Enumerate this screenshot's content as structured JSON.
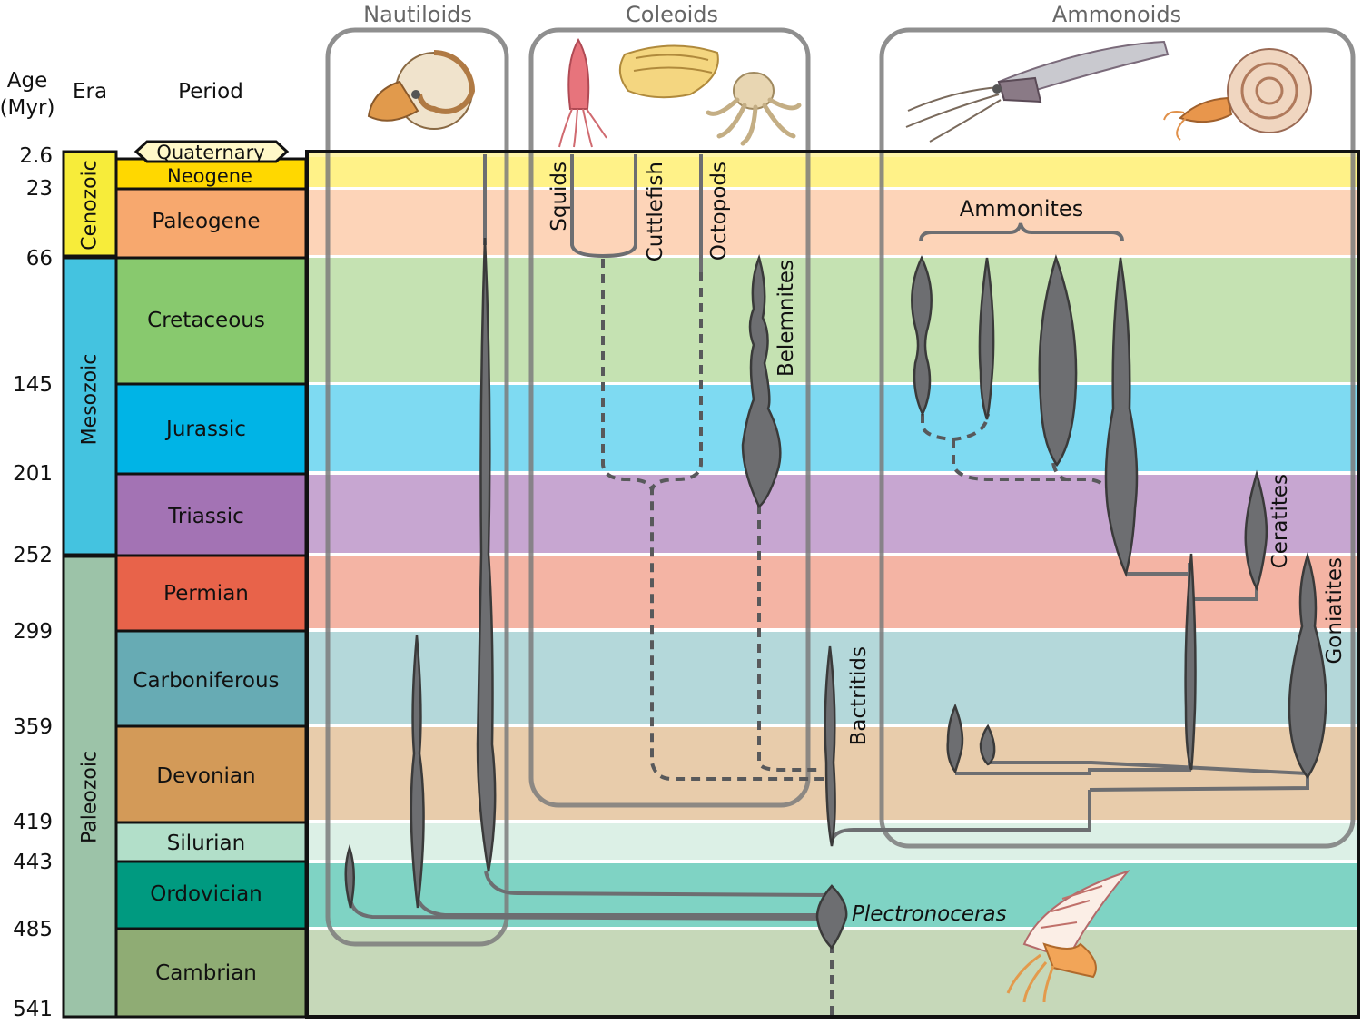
{
  "header": {
    "age_line1": "Age",
    "age_line2": "(Myr)",
    "era": "Era",
    "period": "Period"
  },
  "ages": [
    "2.6",
    "23",
    "66",
    "145",
    "201",
    "252",
    "299",
    "359",
    "419",
    "443",
    "485",
    "541"
  ],
  "eras": [
    {
      "name": "Cenozoic",
      "color": "#f7ec3a"
    },
    {
      "name": "Mesozoic",
      "color": "#44c3e0"
    },
    {
      "name": "Paleozoic",
      "color": "#9cc3a8"
    }
  ],
  "periods": [
    {
      "name": "Quaternary",
      "color": "#fff8c8",
      "band": "#fff4a8"
    },
    {
      "name": "Neogene",
      "color": "#ffd800",
      "band": "#fff288"
    },
    {
      "name": "Paleogene",
      "color": "#f7a86e",
      "band": "#fdd4b8"
    },
    {
      "name": "Cretaceous",
      "color": "#88c96e",
      "band": "#c5e2b2"
    },
    {
      "name": "Jurassic",
      "color": "#00b4e6",
      "band": "#7edaf2"
    },
    {
      "name": "Triassic",
      "color": "#a373b4",
      "band": "#c7a6d1"
    },
    {
      "name": "Permian",
      "color": "#e8634a",
      "band": "#f4b4a4"
    },
    {
      "name": "Carboniferous",
      "color": "#67abb4",
      "band": "#b4d8da"
    },
    {
      "name": "Devonian",
      "color": "#d39a58",
      "band": "#e8ccab"
    },
    {
      "name": "Silurian",
      "color": "#b2dfc9",
      "band": "#dcf0e6"
    },
    {
      "name": "Ordovician",
      "color": "#009a80",
      "band": "#7fd3c4"
    },
    {
      "name": "Cambrian",
      "color": "#8fac74",
      "band": "#c6d8b9"
    }
  ],
  "groups": {
    "nautiloids": "Nautiloids",
    "coleoids": "Coleoids",
    "ammonoids": "Ammonoids"
  },
  "clades": {
    "squids": "Squids",
    "cuttlefish": "Cuttlefish",
    "octopods": "Octopods",
    "belemnites": "Belemnites",
    "ammonites": "Ammonites",
    "ceratites": "Ceratites",
    "goniatites": "Goniatites",
    "bactritids": "Bactritids",
    "plectronoceras": "Plectronoceras"
  },
  "colors": {
    "lineage": "#6d6e71",
    "outline": "#3a3a3a",
    "group_box": "#7b7b7b"
  }
}
